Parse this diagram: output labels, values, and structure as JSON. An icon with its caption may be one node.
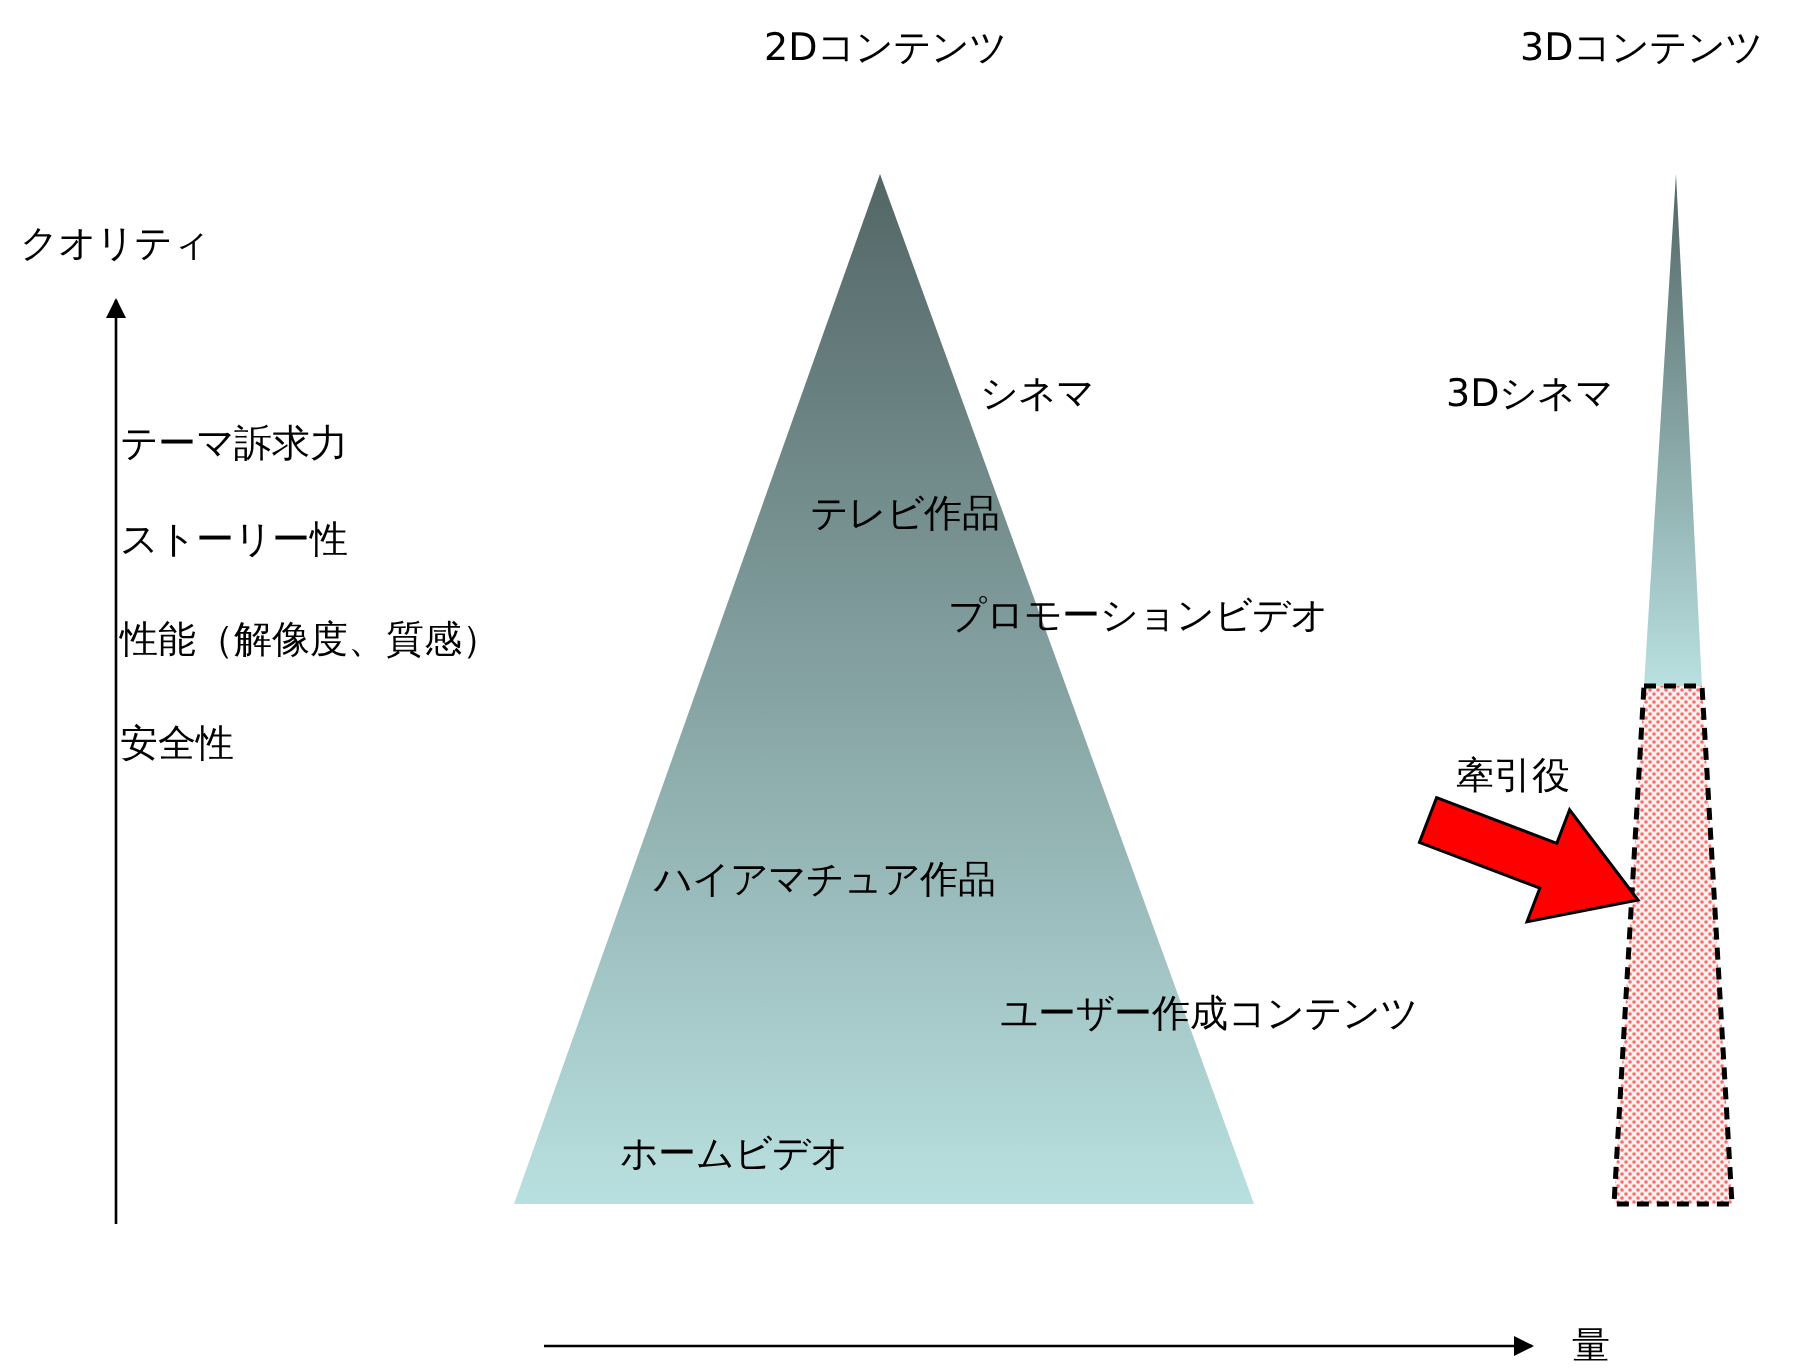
{
  "diagram": {
    "nodes": [
      {
        "text": [
          "2Dコンテンツ",
          "シネマ",
          "テレビ作品",
          "プロモーションビデオ",
          "ハイアマチュア作品",
          "ユーザー作成コンテンツ",
          "ホームビデオ"
        ]
      },
      {
        "text": [
          "3Dコンテンツ",
          "3Dシネマ"
        ]
      },
      {
        "text": [],
        "shape": "box"
      }
    ],
    "edges": [
      {
        "from": null,
        "to": 2,
        "arrow": "to",
        "label": "牽引役",
        "style": "thick",
        "color": "#ff0000"
      }
    ],
    "labels": [
      "クオリティ",
      "テーマ訴求力",
      "ストーリー性",
      "性能（解像度、質感）",
      "安全性",
      "量"
    ]
  }
}
